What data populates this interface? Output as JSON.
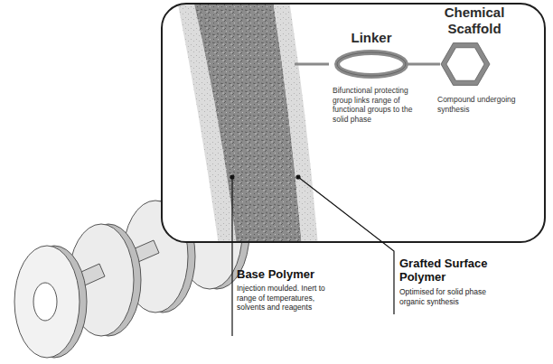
{
  "diagram": {
    "nodes": [
      {
        "text": [
          "Linker",
          "Bifunctional protecting group links range of functional groups to the solid phase"
        ]
      },
      {
        "text": [
          "Chemical Scaffold",
          "Compound undergoing synthesis"
        ]
      }
    ],
    "edges": [
      {
        "from": 0,
        "to": 1,
        "arrow": "none"
      }
    ],
    "labels": [
      "Base Polymer",
      "Injection moulded. Inert to range of temperatures, solvents and reagents",
      "Grafted Surface Polymer",
      "Optimised for solid phase organic synthesis"
    ]
  }
}
